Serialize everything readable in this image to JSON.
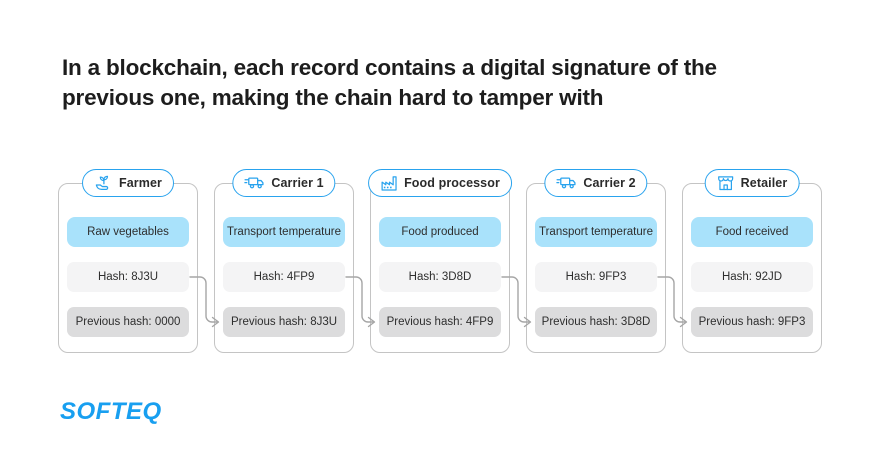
{
  "header": {
    "title_line1": "In a blockchain, each record contains a digital signature of the",
    "title_line2": "previous one, making the chain hard to tamper with"
  },
  "cards": [
    {
      "label": "Farmer",
      "icon": "hand-sprout-icon",
      "event": "Raw vegetables",
      "hash_label": "Hash: 8J3U",
      "previous_hash_label": "Previous hash: 0000"
    },
    {
      "label": "Carrier 1",
      "icon": "delivery-truck-icon",
      "event": "Transport temperature",
      "hash_label": "Hash: 4FP9",
      "previous_hash_label": "Previous hash: 8J3U"
    },
    {
      "label": "Food processor",
      "icon": "factory-icon",
      "event": "Food produced",
      "hash_label": "Hash: 3D8D",
      "previous_hash_label": "Previous hash: 4FP9"
    },
    {
      "label": "Carrier 2",
      "icon": "delivery-truck-icon",
      "event": "Transport temperature",
      "hash_label": "Hash: 9FP3",
      "previous_hash_label": "Previous hash: 3D8D"
    },
    {
      "label": "Retailer",
      "icon": "storefront-icon",
      "event": "Food received",
      "hash_label": "Hash: 92JD",
      "previous_hash_label": "Previous hash: 9FP3"
    }
  ],
  "connections": [
    {
      "from": "Farmer hash",
      "to": "Carrier 1 previous hash"
    },
    {
      "from": "Carrier 1 hash",
      "to": "Food processor previous hash"
    },
    {
      "from": "Food processor hash",
      "to": "Carrier 2 previous hash"
    },
    {
      "from": "Carrier 2 hash",
      "to": "Retailer previous hash"
    }
  ],
  "footer": {
    "logo_text": "SOFTEQ"
  },
  "colors": {
    "accent_blue": "#29a3ee",
    "chip_blue": "#a9e2fb",
    "chip_light": "#f4f4f5",
    "chip_gray": "#dcdcdd",
    "card_border": "#c4c4c4",
    "connector": "#a6a6a6",
    "title_text": "#1d1d1d",
    "logo_blue": "#189ff0"
  }
}
